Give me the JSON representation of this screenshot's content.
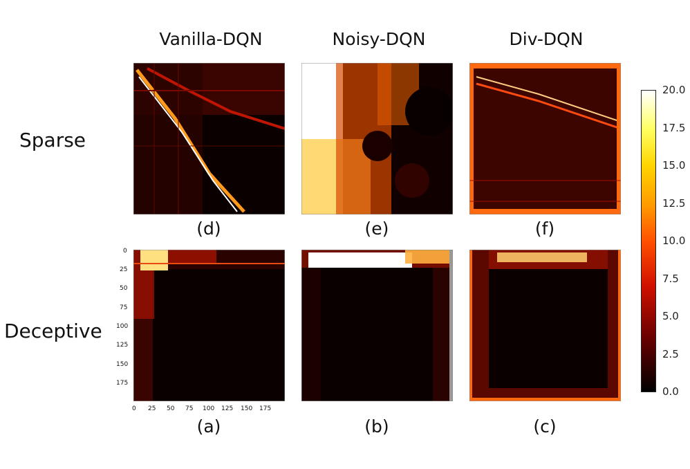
{
  "columns": [
    "Vanilla-DQN",
    "Noisy-DQN",
    "Div-DQN"
  ],
  "rows": [
    "Sparse",
    "Deceptive"
  ],
  "panel_labels": {
    "d": "(d)",
    "e": "(e)",
    "f": "(f)",
    "a": "(a)",
    "b": "(b)",
    "c": "(c)"
  },
  "colorbar": {
    "colormap": "hot",
    "ticks": [
      "20.0",
      "17.5",
      "15.0",
      "12.5",
      "10.0",
      "7.5",
      "5.0",
      "2.5",
      "0.0"
    ]
  },
  "chart_data": {
    "type": "heatmap",
    "colormap": "hot",
    "vmin": 0.0,
    "vmax": 20.0,
    "axes_ticks_panel_a": {
      "x": [
        "0",
        "25",
        "50",
        "75",
        "100",
        "125",
        "150",
        "175"
      ],
      "y": [
        "0",
        "25",
        "50",
        "75",
        "100",
        "125",
        "150",
        "175"
      ]
    }
  }
}
